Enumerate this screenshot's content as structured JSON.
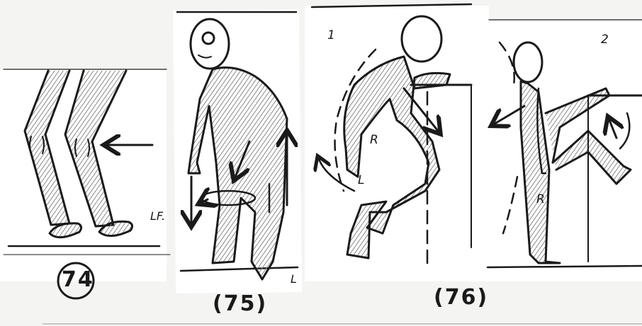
{
  "captions": {
    "fig74": "74",
    "fig75": "(75)",
    "fig76": "(76)"
  },
  "labels": {
    "lf": "LF.",
    "l_edge": "L",
    "step1": "1",
    "step2": "2",
    "r_bent": "R",
    "l_bent": "L",
    "r_stand": "R"
  },
  "colors": {
    "ink": "#1a1a1a",
    "shade": "#7c7c7c",
    "paper": "#ffffff",
    "background": "#f4f4f2"
  }
}
